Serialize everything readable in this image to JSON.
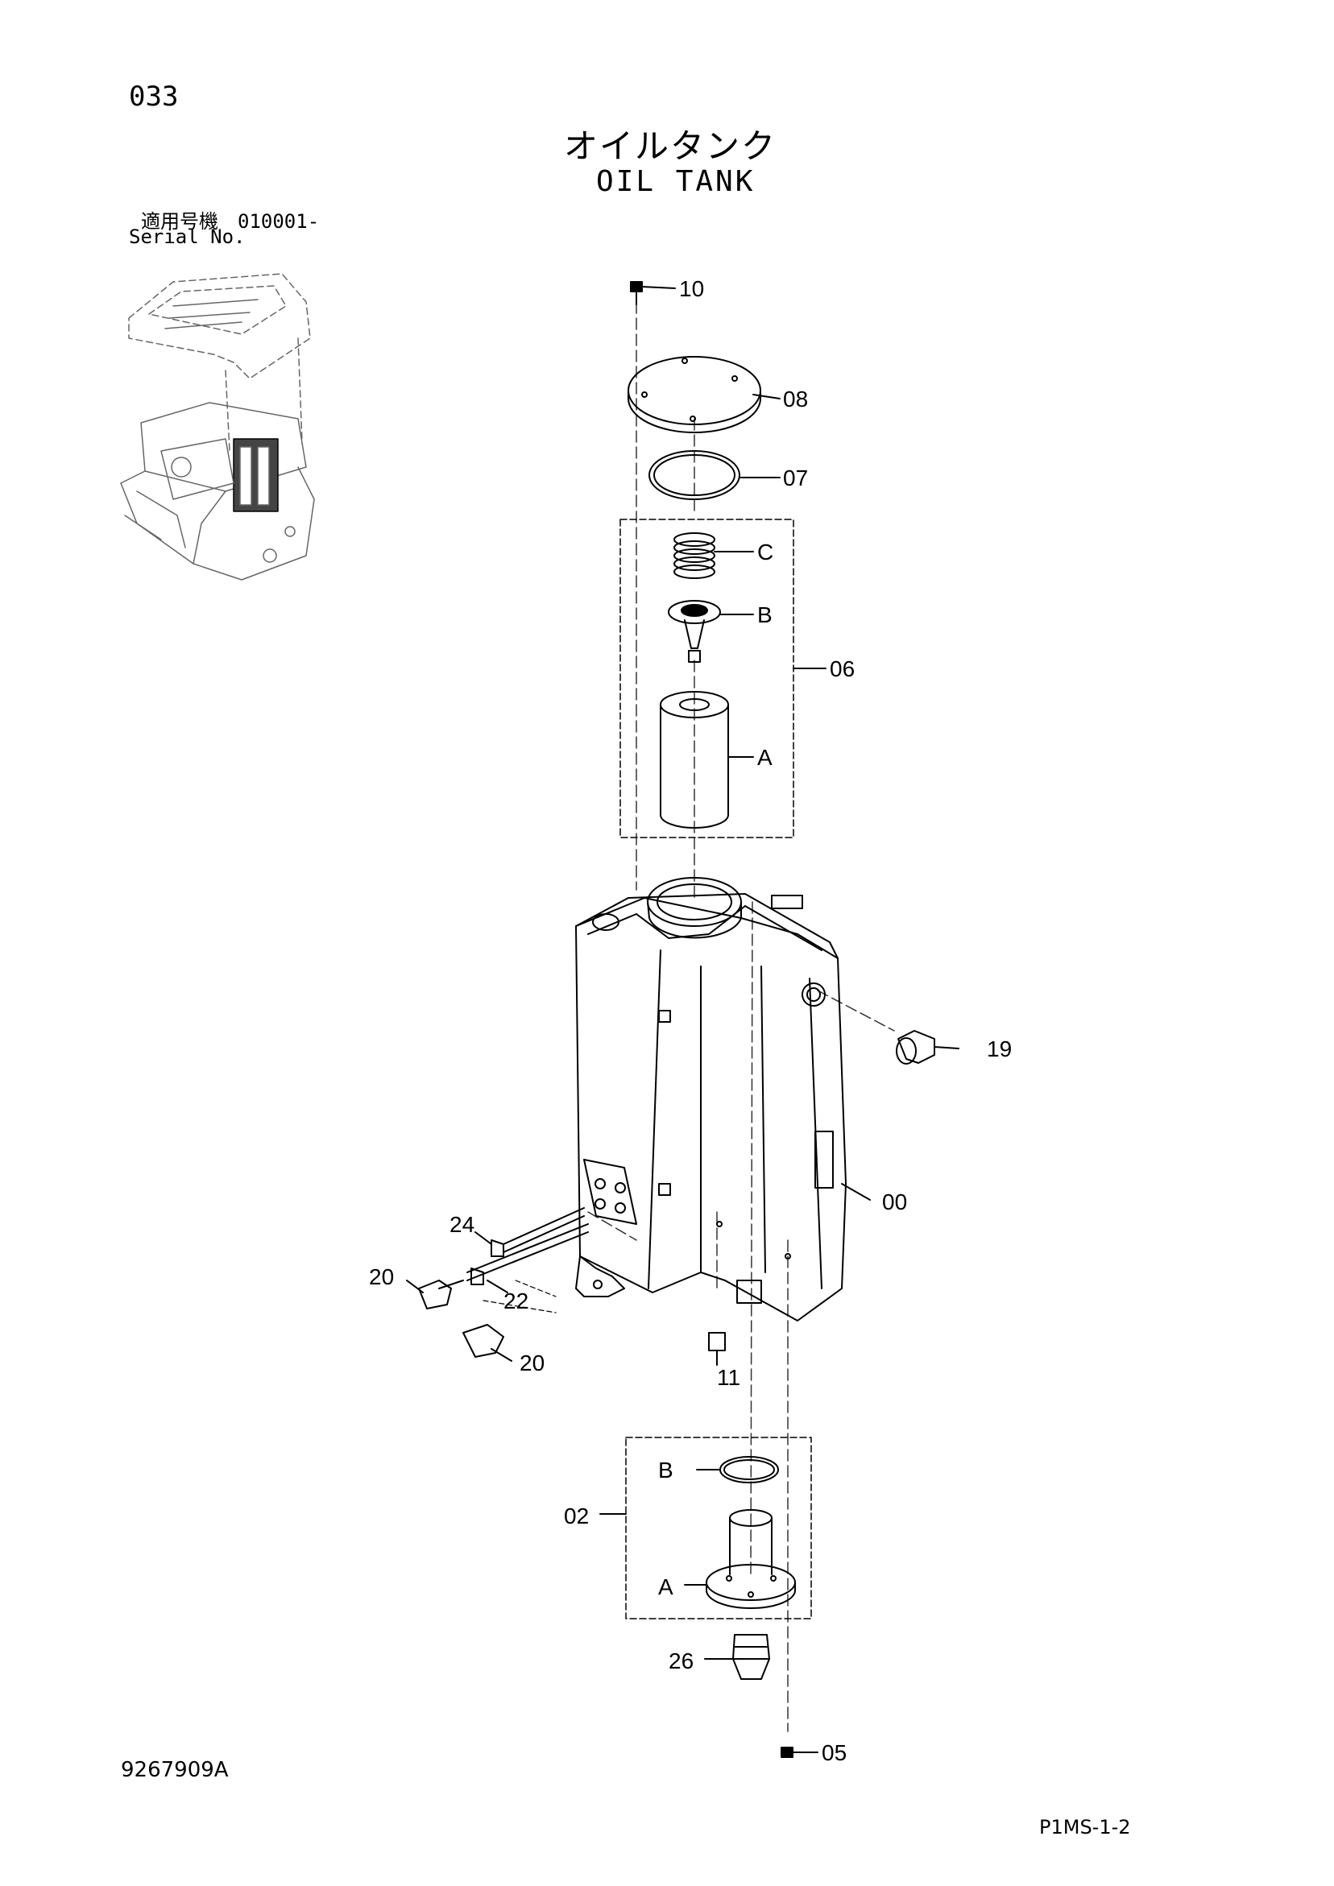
{
  "header": {
    "page_number": "033",
    "title_jp": "オイルタンク",
    "title_en": "OIL TANK",
    "serial_label_jp": "適用号機　010001-",
    "serial_label_en": "Serial No."
  },
  "footer": {
    "doc_code": "9267909A",
    "page_code": "P1MS-1-2"
  },
  "callouts": {
    "c10": "10",
    "c08": "08",
    "c07": "07",
    "c06_C": "C",
    "c06_B": "B",
    "c06": "06",
    "c06_A": "A",
    "c19": "19",
    "c00": "00",
    "c24": "24",
    "c20a": "20",
    "c22": "22",
    "c20b": "20",
    "c11": "11",
    "c02_B": "B",
    "c02": "02",
    "c02_A": "A",
    "c26": "26",
    "c05": "05"
  }
}
